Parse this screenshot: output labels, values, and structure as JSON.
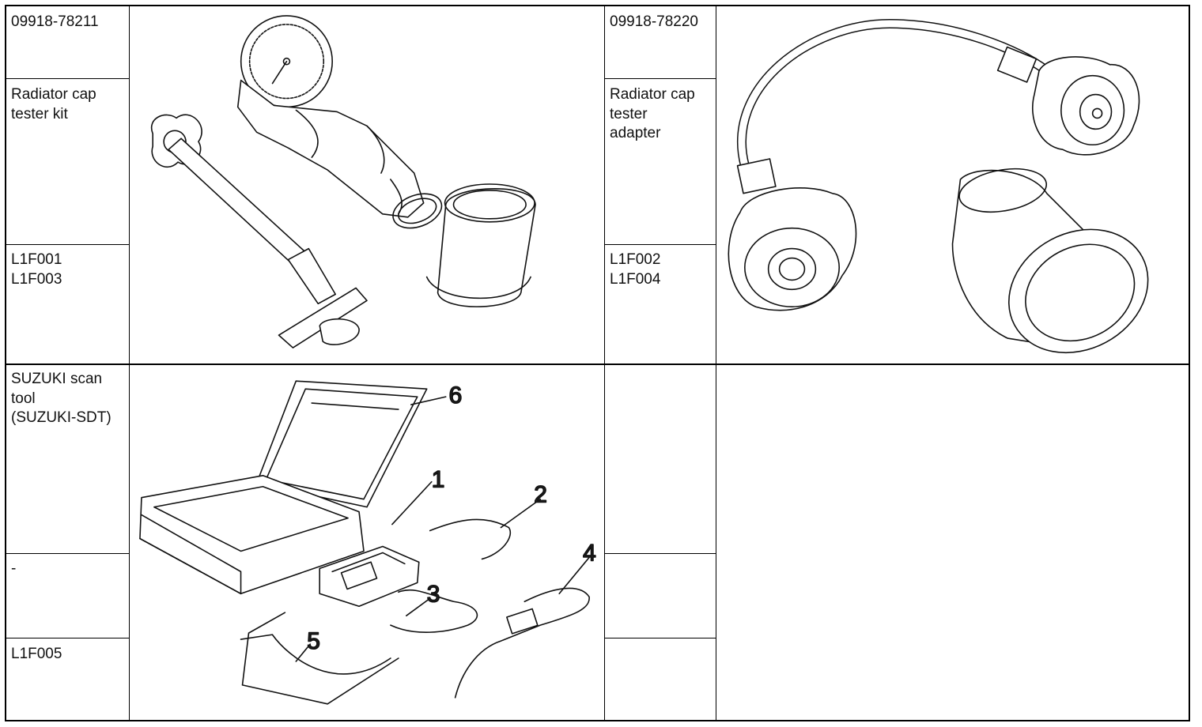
{
  "rows": [
    {
      "items": [
        {
          "part_number": "09918-78211",
          "name": "Radiator cap\ntester kit",
          "figure_codes": "L1F001\nL1F003",
          "figure_icon": "radiator-cap-tester-kit-illustration"
        },
        {
          "part_number": "09918-78220",
          "name": "Radiator cap\ntester\nadapter",
          "figure_codes": "L1F002\nL1F004",
          "figure_icon": "radiator-cap-tester-adapter-illustration"
        }
      ]
    },
    {
      "items": [
        {
          "part_number": "",
          "name": "SUZUKI scan\ntool\n(SUZUKI-SDT)",
          "middle_text": "-",
          "figure_codes": "L1F005",
          "figure_icon": "suzuki-scan-tool-kit-illustration",
          "callouts": [
            "1",
            "2",
            "3",
            "4",
            "5",
            "6"
          ]
        },
        {
          "part_number": "",
          "name": "",
          "figure_codes": "",
          "figure_icon": ""
        }
      ]
    }
  ]
}
